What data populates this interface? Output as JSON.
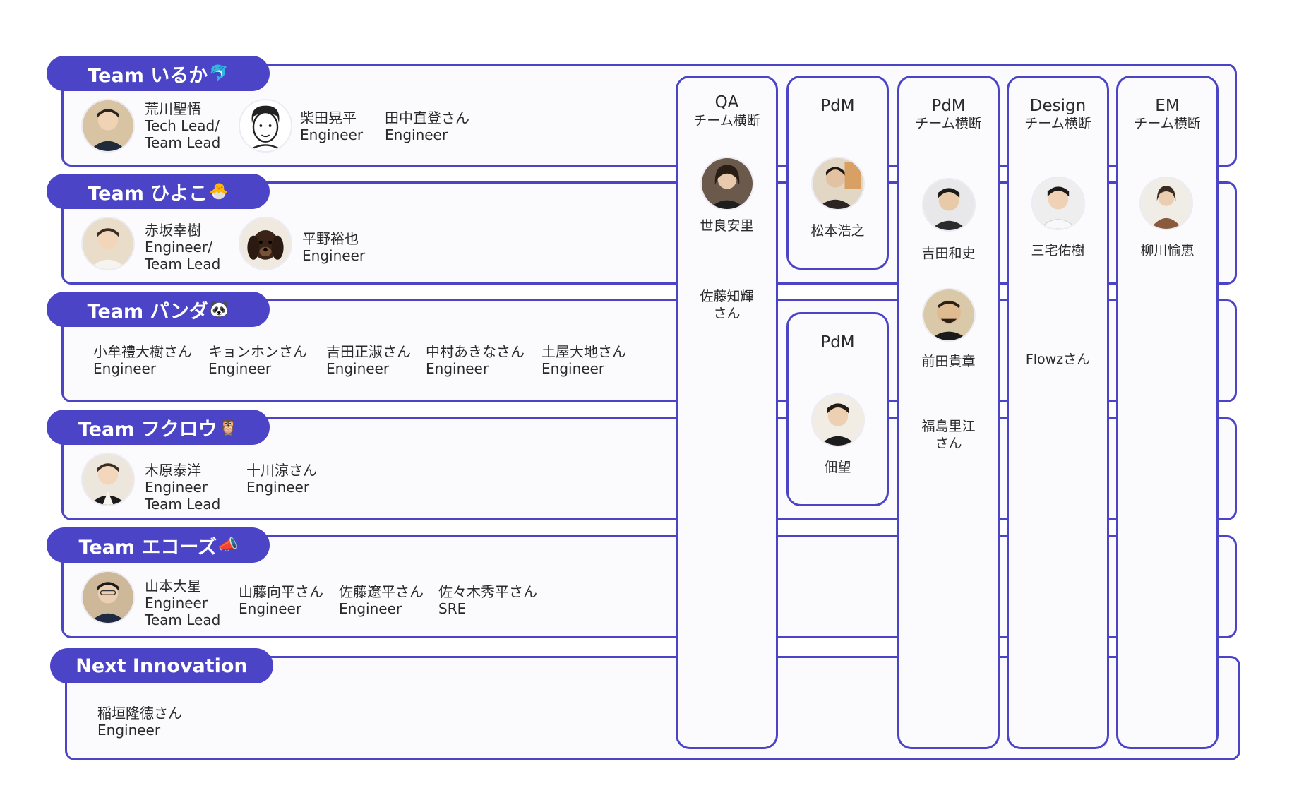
{
  "teams": [
    {
      "label": "Team いるか",
      "emoji": "🐬",
      "members": [
        {
          "name": "荒川聖悟",
          "role": "Tech Lead/",
          "role2": "Team Lead"
        },
        {
          "name": "柴田晃平",
          "role": "Engineer"
        },
        {
          "name": "田中直登さん",
          "role": "Engineer"
        }
      ]
    },
    {
      "label": "Team ひよこ",
      "emoji": "🐣",
      "members": [
        {
          "name": "赤坂幸樹",
          "role": "Engineer/",
          "role2": "Team Lead"
        },
        {
          "name": "平野裕也",
          "role": "Engineer"
        }
      ]
    },
    {
      "label": "Team パンダ",
      "emoji": "🐼",
      "members": [
        {
          "name": "小牟禮大樹さん",
          "role": "Engineer"
        },
        {
          "name": "キョンホンさん",
          "role": "Engineer"
        },
        {
          "name": "吉田正淑さん",
          "role": "Engineer"
        },
        {
          "name": "中村あきなさん",
          "role": "Engineer"
        },
        {
          "name": "土屋大地さん",
          "role": "Engineer"
        }
      ]
    },
    {
      "label": "Team フクロウ",
      "emoji": "🦉",
      "members": [
        {
          "name": "木原泰洋",
          "role": "Engineer",
          "role2": "Team Lead"
        },
        {
          "name": "十川涼さん",
          "role": "Engineer"
        }
      ]
    },
    {
      "label": "Team エコーズ",
      "emoji": "📣",
      "members": [
        {
          "name": "山本大星",
          "role": "Engineer",
          "role2": "Team Lead"
        },
        {
          "name": "山藤向平さん",
          "role": "Engineer"
        },
        {
          "name": "佐藤遼平さん",
          "role": "Engineer"
        },
        {
          "name": "佐々木秀平さん",
          "role": "SRE"
        }
      ]
    },
    {
      "label": "Next Innovation",
      "emoji": "",
      "members": [
        {
          "name": "稲垣隆徳さん",
          "role": "Engineer"
        }
      ]
    }
  ],
  "columns": {
    "qa": {
      "title": "QA",
      "subtitle": "チーム横断",
      "members": [
        "世良安里",
        "佐藤知輝",
        "さん"
      ]
    },
    "pdm1": {
      "title": "PdM",
      "members": [
        "松本浩之"
      ]
    },
    "pdm2": {
      "title": "PdM",
      "members": [
        "佃望"
      ]
    },
    "pdm_cross": {
      "title": "PdM",
      "subtitle": "チーム横断",
      "members": [
        "吉田和史",
        "前田貴章",
        "福島里江",
        "さん"
      ]
    },
    "design": {
      "title": "Design",
      "subtitle": "チーム横断",
      "members": [
        "三宅佑樹",
        "Flowzさん"
      ]
    },
    "em": {
      "title": "EM",
      "subtitle": "チーム横断",
      "members": [
        "柳川愉恵"
      ]
    }
  },
  "colors": {
    "accent": "#4b44c7",
    "panel": "#fbfbfd",
    "text": "#2a2a2a"
  }
}
